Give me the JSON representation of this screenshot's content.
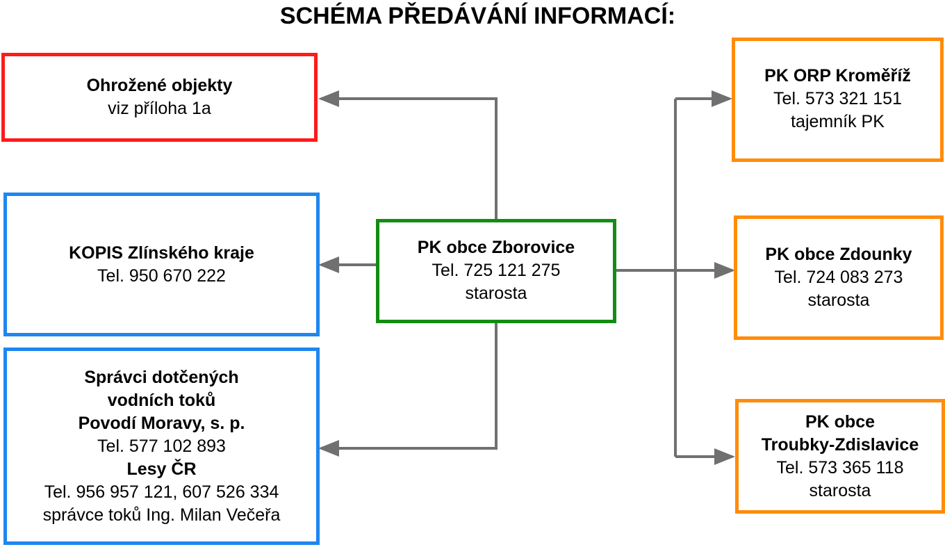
{
  "title": "SCHÉMA PŘEDÁVÁNÍ INFORMACÍ:",
  "colors": {
    "red": "#ff1a1a",
    "blue": "#1e86f0",
    "green": "#148c14",
    "orange": "#ff8c0a",
    "arrow": "#707070"
  },
  "nodes": {
    "ohrozene": {
      "heading": "Ohrožené objekty",
      "text": "viz příloha 1a"
    },
    "kopis": {
      "heading": "KOPIS Zlínského kraje",
      "tel": "Tel. 950 670 222"
    },
    "spravci": {
      "heading_1": "Správci dotčených",
      "heading_2": "vodních toků",
      "org_1": "Povodí Moravy, s. p.",
      "tel_1": "Tel. 577 102 893",
      "org_2": "Lesy ČR",
      "tel_2": "Tel. 956 957 121, 607 526 334",
      "note": "správce toků Ing. Milan Večeřa"
    },
    "zborovice": {
      "heading": "PK obce Zborovice",
      "tel": "Tel. 725 121 275",
      "role": "starosta"
    },
    "orp": {
      "heading": "PK ORP Kroměříž",
      "tel": "Tel.  573 321 151",
      "role": "tajemník PK"
    },
    "zdounky": {
      "heading": "PK obce Zdounky",
      "tel": "Tel.  724 083 273",
      "role": "starosta"
    },
    "troubky": {
      "heading_1": "PK obce",
      "heading_2": "Troubky-Zdislavice",
      "tel": "Tel. 573 365 118",
      "role": "starosta"
    }
  }
}
